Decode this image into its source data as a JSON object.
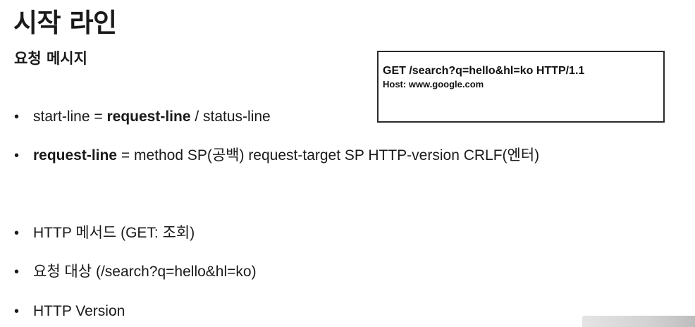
{
  "title": "시작 라인",
  "subtitle": "요청 메시지",
  "http_example": {
    "request_line": "GET /search?q=hello&hl=ko HTTP/1.1",
    "host_line": "Host: www.google.com"
  },
  "bullets": [
    {
      "parts": [
        "start-line = ",
        "request-line",
        " / status-line"
      ]
    },
    {
      "parts": [
        "request-line",
        " = method SP(공백) request-target SP HTTP-version CRLF(엔터)"
      ]
    },
    {
      "text": "HTTP 메서드 (GET: 조회)"
    },
    {
      "text": "요청 대상 (/search?q=hello&hl=ko)"
    },
    {
      "text": "HTTP Version"
    }
  ],
  "bullet_symbol": "•"
}
